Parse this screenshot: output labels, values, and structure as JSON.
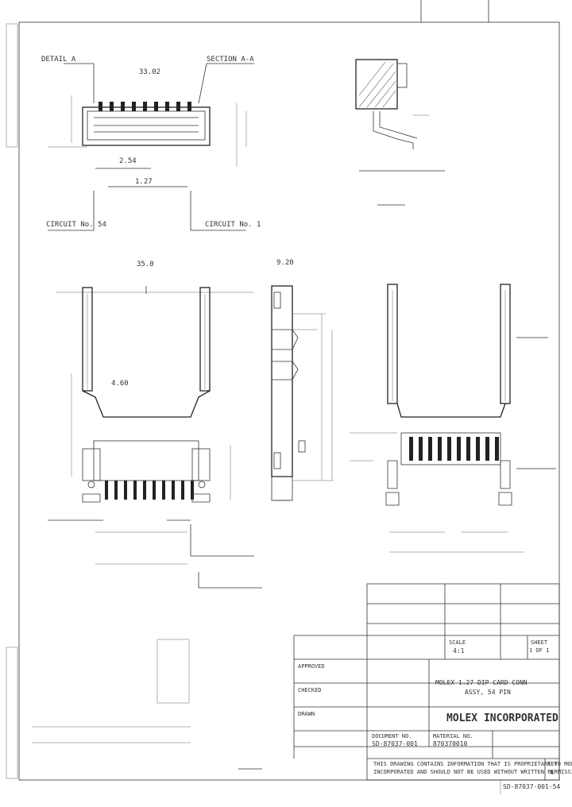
{
  "sheet": {
    "drawing_number_footer": "SD-87037-001-54",
    "confidentiality_line1": "THIS DRAWING CONTAINS INFORMATION THAT IS PROPRIETARY TO MOLEX",
    "confidentiality_line2": "INCORPORATED AND SHOULD NOT BE USED WITHOUT WRITTEN PERMISSION"
  },
  "title_block": {
    "company": "MOLEX INCORPORATED",
    "approved_label": "APPROVED",
    "checked_label": "CHECKED",
    "drawn_label": "DRAWN",
    "product_line1": "MOLEX 1.27 DIP CARD CONN",
    "product_line2": "ASSY, 54 PIN",
    "doc_no_label": "DOCUMENT NO.",
    "doc_no": "SD-87037-001",
    "material_label": "MATERIAL NO.",
    "material_no": "870370010",
    "scale_label": "SCALE",
    "scale_value": "4:1",
    "sheet_label": "SHEET",
    "sheet_value": "1 OF 1"
  },
  "views": {
    "detail_label": "DETAIL  A",
    "section_label": "SECTION  A-A",
    "pin_label": "CIRCUIT No. 54",
    "pin1_label": "CIRCUIT No. 1",
    "dim_4_60": "4.60",
    "dim_2_54": "2.54",
    "dim_1_27": "1.27",
    "dim_33_02": "33.02",
    "dim_35_0": "35.0",
    "dim_9_20": "9.20"
  },
  "revision": {
    "rev_label": "REV",
    "rev_value": "A"
  }
}
